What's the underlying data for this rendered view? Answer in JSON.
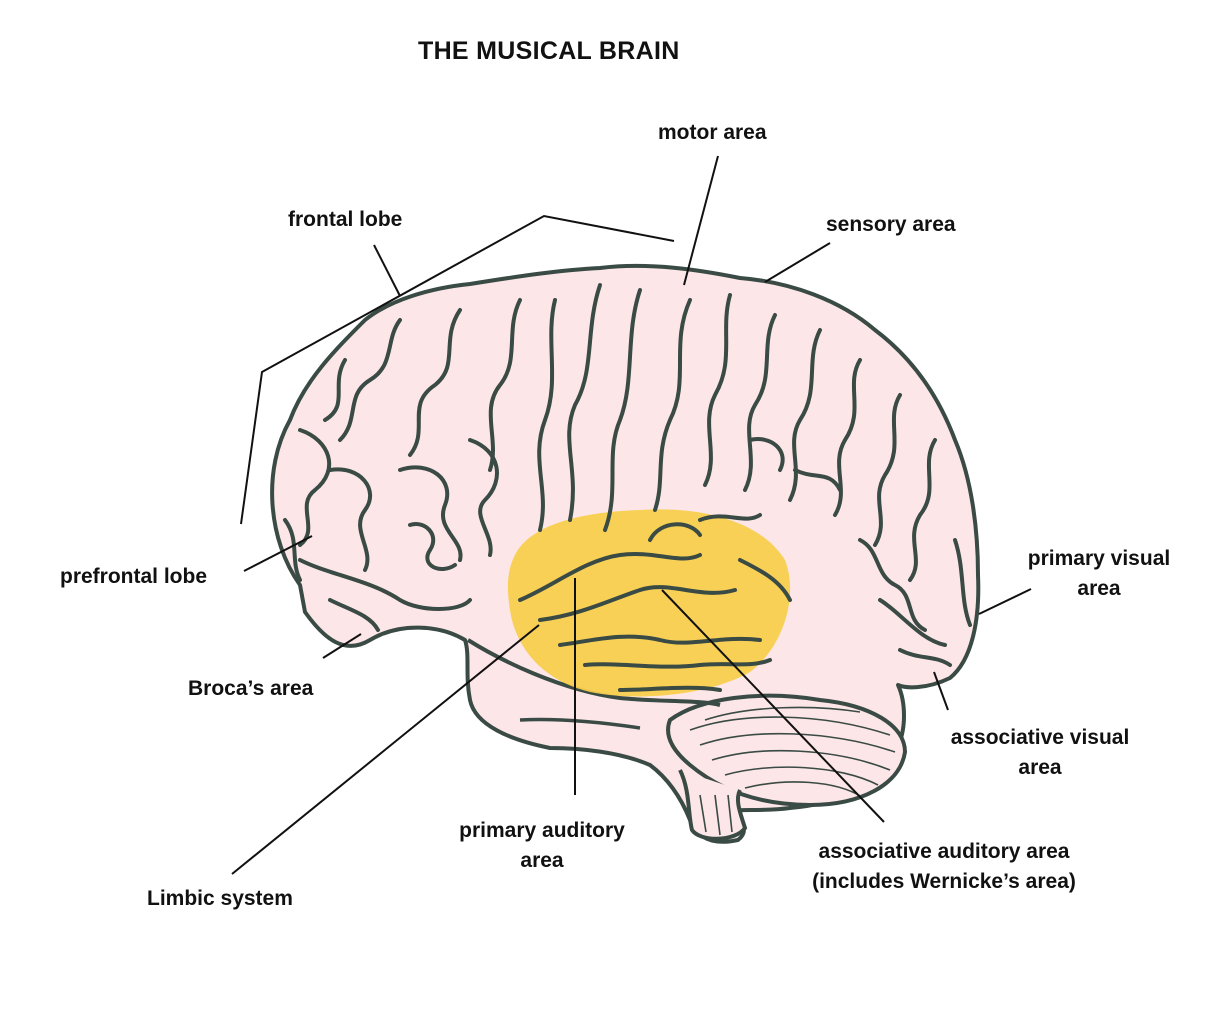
{
  "title": "THE MUSICAL BRAIN",
  "colors": {
    "brain_fill": "#fce6e8",
    "outline": "#3a4a44",
    "auditory_highlight": "#f8cd4a",
    "leader_line": "#111111",
    "background": "#ffffff"
  },
  "labels": {
    "motor_area": "motor area",
    "frontal_lobe": "frontal lobe",
    "sensory_area": "sensory area",
    "prefrontal_lobe": "prefrontal lobe",
    "primary_visual_area_line1": "primary visual",
    "primary_visual_area_line2": "area",
    "brocas_area": "Broca’s area",
    "associative_visual_area_line1": "associative visual",
    "associative_visual_area_line2": "area",
    "primary_auditory_area_line1": "primary auditory",
    "primary_auditory_area_line2": "area",
    "associative_auditory_area_line1": "associative auditory area",
    "associative_auditory_area_line2": "(includes Wernicke’s area)",
    "limbic_system": "Limbic system"
  }
}
